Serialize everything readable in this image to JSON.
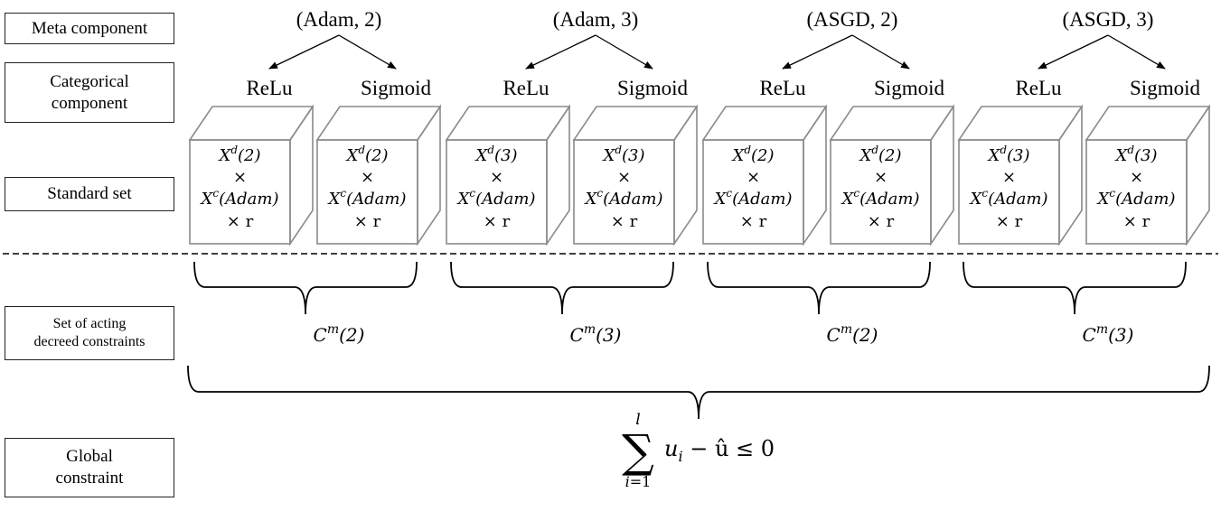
{
  "row_labels": {
    "meta": "Meta component",
    "categorical": "Categorical\ncomponent",
    "standard": "Standard set",
    "acting": "Set of acting\ndecreed constraints",
    "global": "Global\nconstraint"
  },
  "groups": [
    {
      "meta": "(Adam, 2)",
      "children": [
        "ReLu",
        "Sigmoid"
      ],
      "cube_lines": [
        [
          "X",
          "d",
          "(2)"
        ],
        [
          "×"
        ],
        [
          "X",
          "c",
          "(Adam)"
        ],
        [
          "× r"
        ]
      ],
      "constraint": {
        "base": "C",
        "sup": "m",
        "arg": "(2)"
      }
    },
    {
      "meta": "(Adam, 3)",
      "children": [
        "ReLu",
        "Sigmoid"
      ],
      "cube_lines": [
        [
          "X",
          "d",
          "(3)"
        ],
        [
          "×"
        ],
        [
          "X",
          "c",
          "(Adam)"
        ],
        [
          "× r"
        ]
      ],
      "constraint": {
        "base": "C",
        "sup": "m",
        "arg": "(3)"
      }
    },
    {
      "meta": "(ASGD, 2)",
      "children": [
        "ReLu",
        "Sigmoid"
      ],
      "cube_lines": [
        [
          "X",
          "d",
          "(2)"
        ],
        [
          "×"
        ],
        [
          "X",
          "c",
          "(Adam)"
        ],
        [
          "× r"
        ]
      ],
      "constraint": {
        "base": "C",
        "sup": "m",
        "arg": "(2)"
      }
    },
    {
      "meta": "(ASGD, 3)",
      "children": [
        "ReLu",
        "Sigmoid"
      ],
      "cube_lines": [
        [
          "X",
          "d",
          "(3)"
        ],
        [
          "×"
        ],
        [
          "X",
          "c",
          "(Adam)"
        ],
        [
          "× r"
        ]
      ],
      "constraint": {
        "base": "C",
        "sup": "m",
        "arg": "(3)"
      }
    }
  ],
  "global_formula": {
    "sum_top": "l",
    "sum_bottom": "i=1",
    "term": "u",
    "term_sub": "i",
    "rest": " − û ≤ 0"
  }
}
